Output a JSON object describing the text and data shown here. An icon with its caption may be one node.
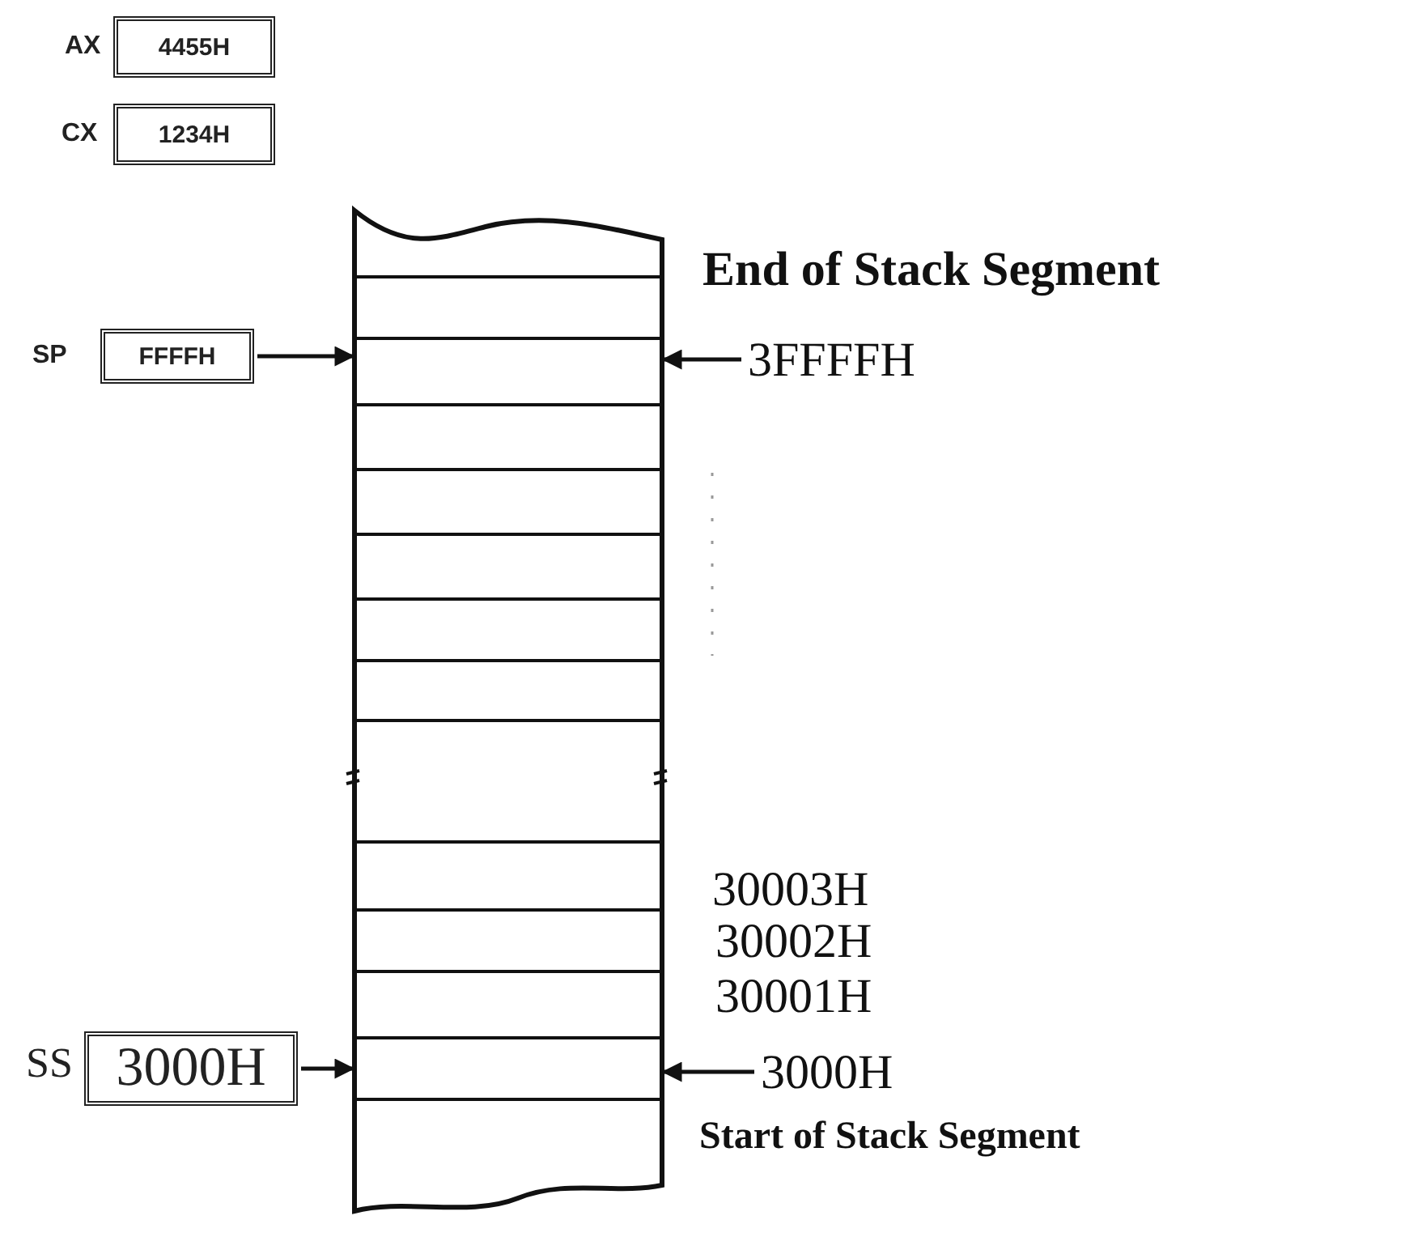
{
  "diagram": {
    "nodes": [
      {
        "text": [
          "4455H"
        ],
        "beside": [
          "AX"
        ]
      },
      {
        "text": [
          "1234H"
        ],
        "beside": [
          "CX"
        ]
      },
      {
        "text": [
          "FFFFH"
        ],
        "beside": [
          "SP"
        ]
      },
      {
        "text": [
          "3000H"
        ],
        "beside": [
          "SS"
        ]
      },
      {
        "text": [],
        "shape": "box"
      },
      {
        "text": [],
        "shape": "box"
      },
      {
        "text": [
          "3FFFFH"
        ]
      },
      {
        "text": [
          "3000H"
        ]
      }
    ],
    "edges": [
      {
        "from": 2,
        "to": 4,
        "arrow": "to"
      },
      {
        "from": 3,
        "to": 5,
        "arrow": "to"
      },
      {
        "from": 6,
        "to": 4,
        "arrow": "to"
      },
      {
        "from": 7,
        "to": 5,
        "arrow": "to"
      }
    ],
    "labels": [
      "End of Stack Segment",
      "30003H",
      "30002H",
      "30001H",
      "Start of Stack Segment"
    ]
  }
}
